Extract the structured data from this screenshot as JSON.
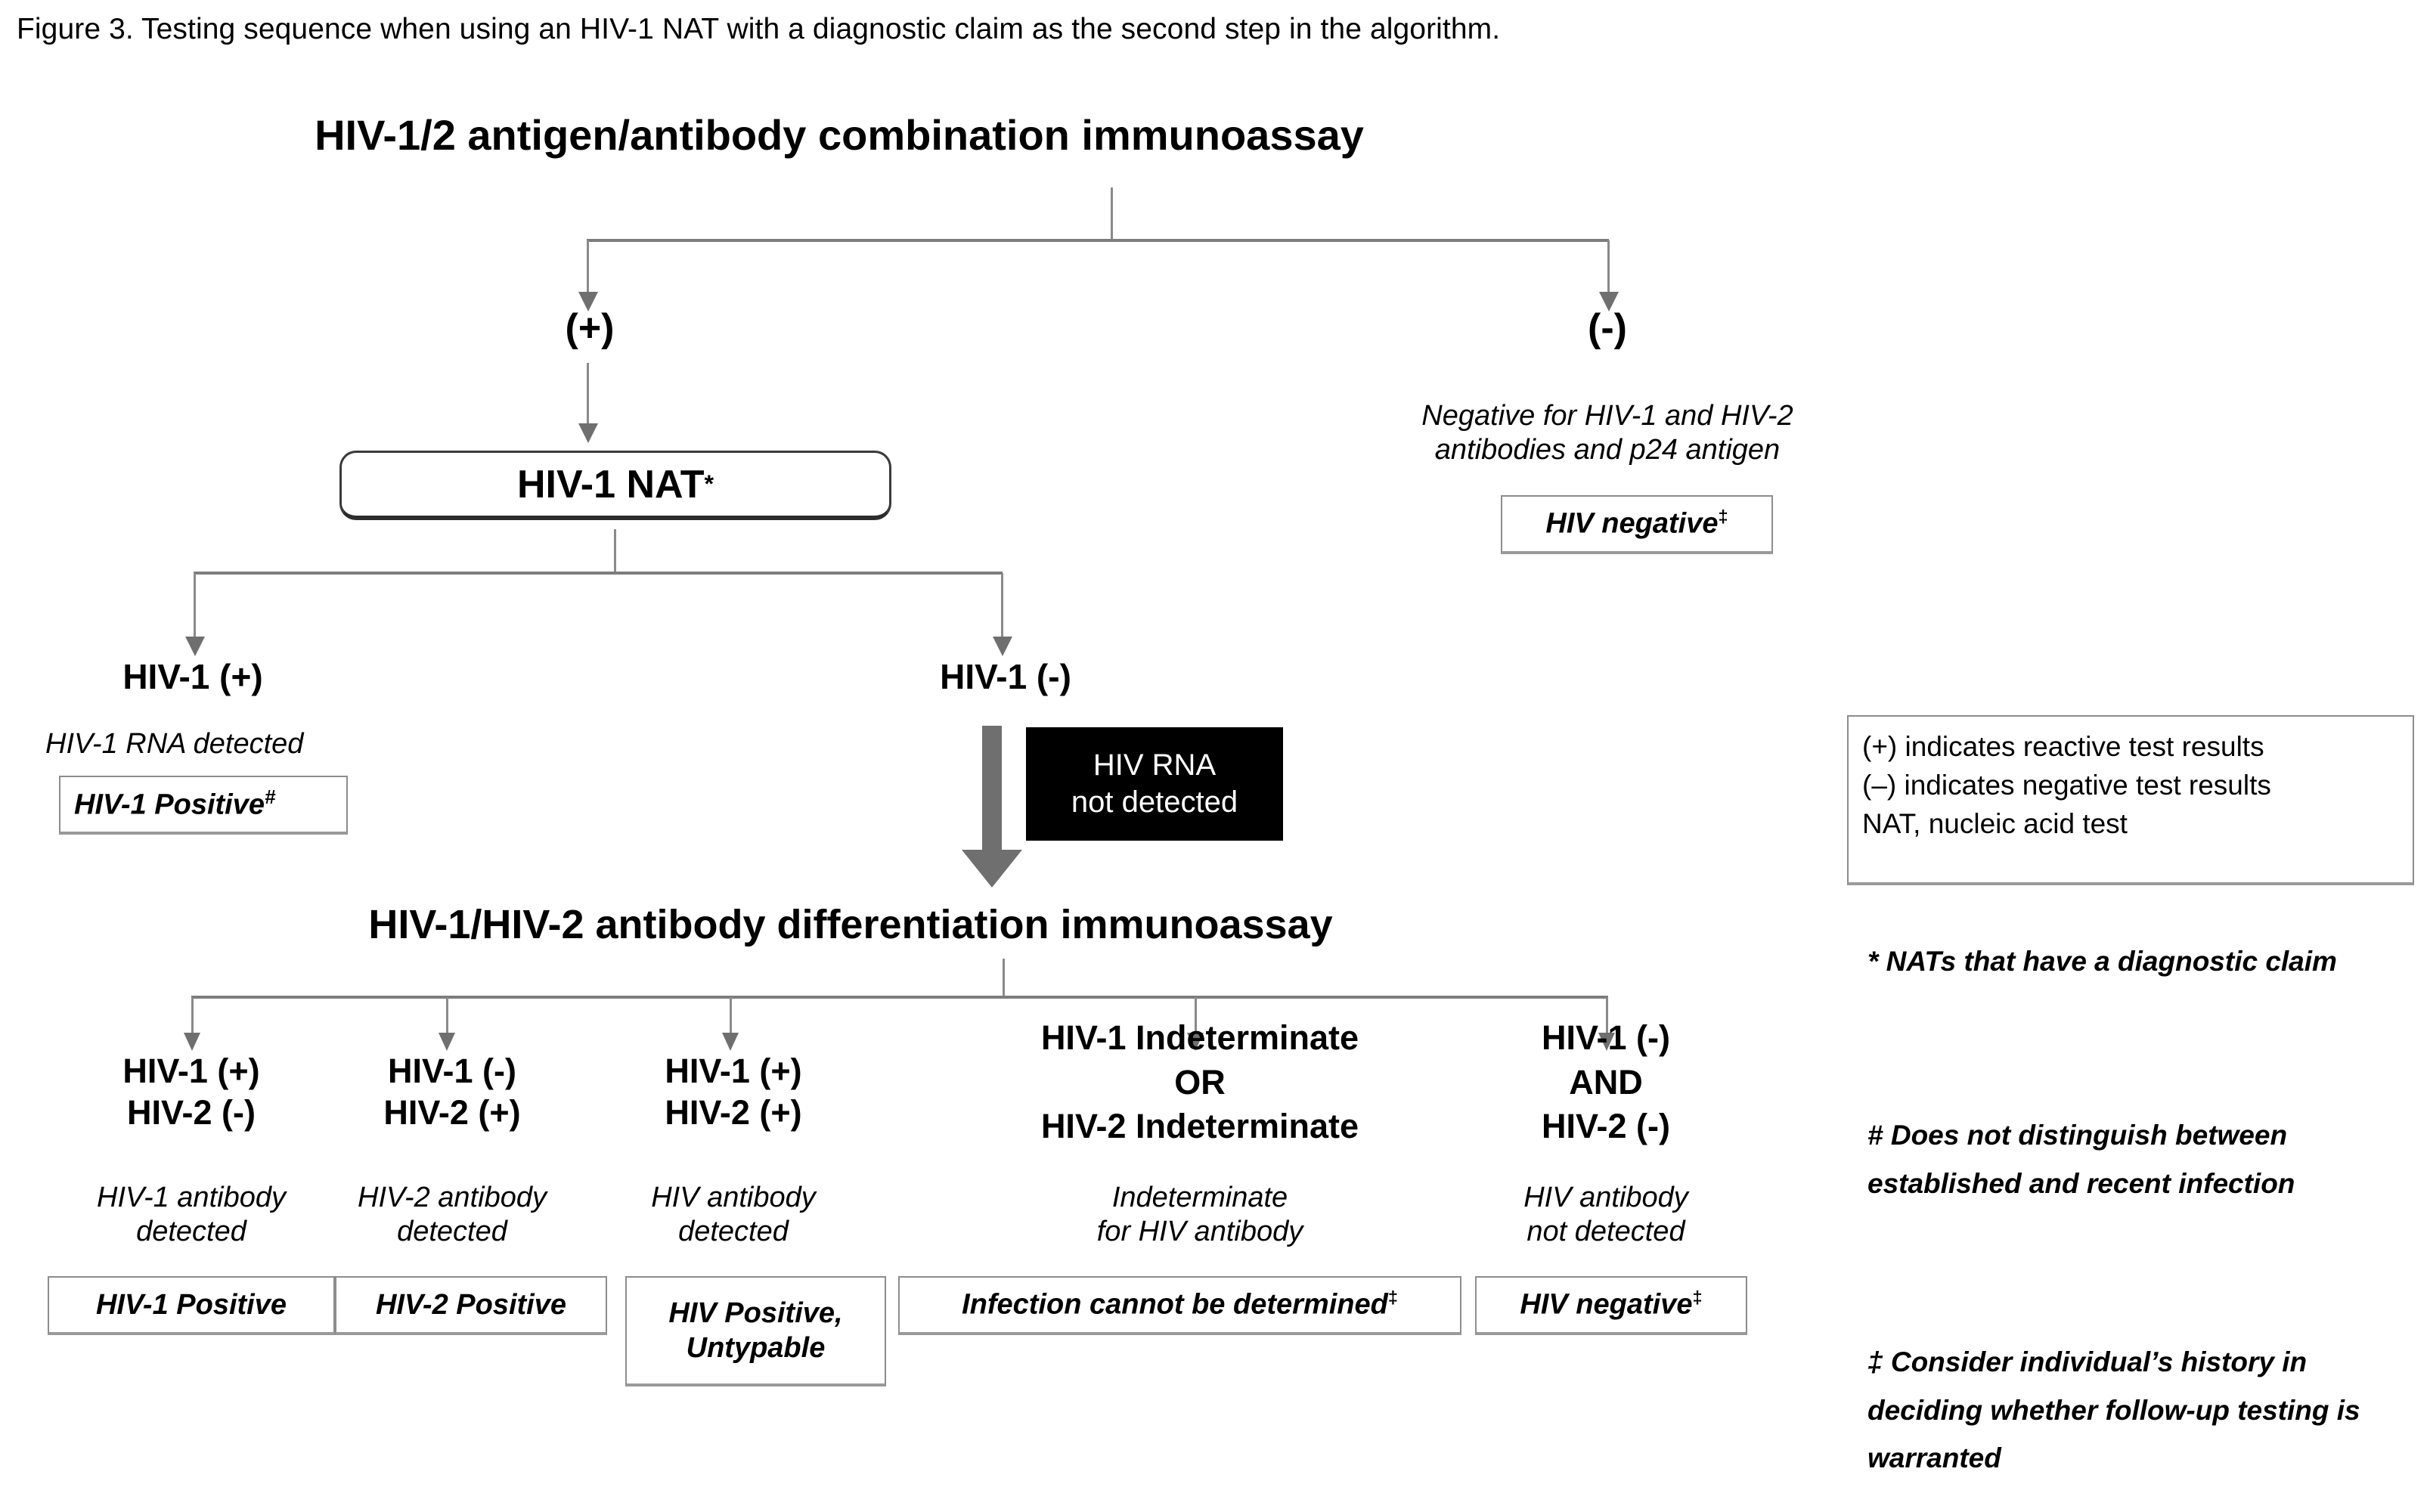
{
  "caption": "Figure 3. Testing sequence when using an HIV-1 NAT with a diagnostic claim as the second step in the algorithm.",
  "top_assay": "HIV-1/2 antigen/antibody combination immunoassay",
  "branches": {
    "positive_sign": "(+)",
    "negative_sign": "(-)"
  },
  "negative_path": {
    "description_line1": "Negative for HIV-1 and HIV-2",
    "description_line2": "antibodies and p24 antigen",
    "outcome": "HIV negative",
    "outcome_marker": "‡"
  },
  "nat_box": {
    "label": "HIV-1 NAT",
    "marker": "*"
  },
  "nat_results": {
    "positive": {
      "label": "HIV-1 (+)",
      "description": "HIV-1 RNA detected",
      "outcome": "HIV-1 Positive",
      "outcome_marker": "#"
    },
    "negative": {
      "label": "HIV-1 (-)",
      "black_box_line1": "HIV RNA",
      "black_box_line2": "not detected"
    }
  },
  "diff_assay": "HIV-1/HIV-2 antibody differentiation immunoassay",
  "diff_columns": [
    {
      "result_lines": [
        "HIV-1 (+)",
        "HIV-2 (-)"
      ],
      "description_lines": [
        "HIV-1 antibody",
        "detected"
      ],
      "outcome": "HIV-1 Positive",
      "outcome_marker": ""
    },
    {
      "result_lines": [
        "HIV-1 (-)",
        "HIV-2 (+)"
      ],
      "description_lines": [
        "HIV-2 antibody",
        "detected"
      ],
      "outcome": "HIV-2 Positive",
      "outcome_marker": ""
    },
    {
      "result_lines": [
        "HIV-1 (+)",
        "HIV-2 (+)"
      ],
      "description_lines": [
        "HIV antibody",
        "detected"
      ],
      "outcome": "HIV Positive, Untypable",
      "outcome_marker": ""
    },
    {
      "result_lines": [
        "HIV-1 Indeterminate",
        "OR",
        "HIV-2 Indeterminate"
      ],
      "description_lines": [
        "Indeterminate",
        "for HIV antibody"
      ],
      "outcome": "Infection cannot be determined",
      "outcome_marker": "‡"
    },
    {
      "result_lines": [
        "HIV-1 (-)",
        "AND",
        "HIV-2 (-)"
      ],
      "description_lines": [
        "HIV antibody",
        "not detected"
      ],
      "outcome": "HIV negative",
      "outcome_marker": "‡"
    }
  ],
  "legend": {
    "line1": "(+) indicates reactive test results",
    "line2": "(–)  indicates negative test results",
    "line3": "NAT, nucleic acid test"
  },
  "footnotes": [
    "* NATs that have a diagnostic claim",
    "# Does not distinguish between established and recent infection",
    "‡ Consider individual’s history in deciding whether follow-up testing is warranted"
  ],
  "footnote_parts": {
    "f1_marker": "*",
    "f1_text": " NATs that have a diagnostic claim",
    "f2_marker": "#",
    "f2_text": "Does not distinguish between established and recent infection",
    "f3_marker": "‡",
    "f3_text": " Consider individual’s history in deciding whether follow-up testing is warranted"
  },
  "colors": {
    "connector": "#7d7d7d",
    "box_border": "#8d8d8d",
    "black_box": "#000000",
    "nat_border": "#3a3a3a"
  }
}
